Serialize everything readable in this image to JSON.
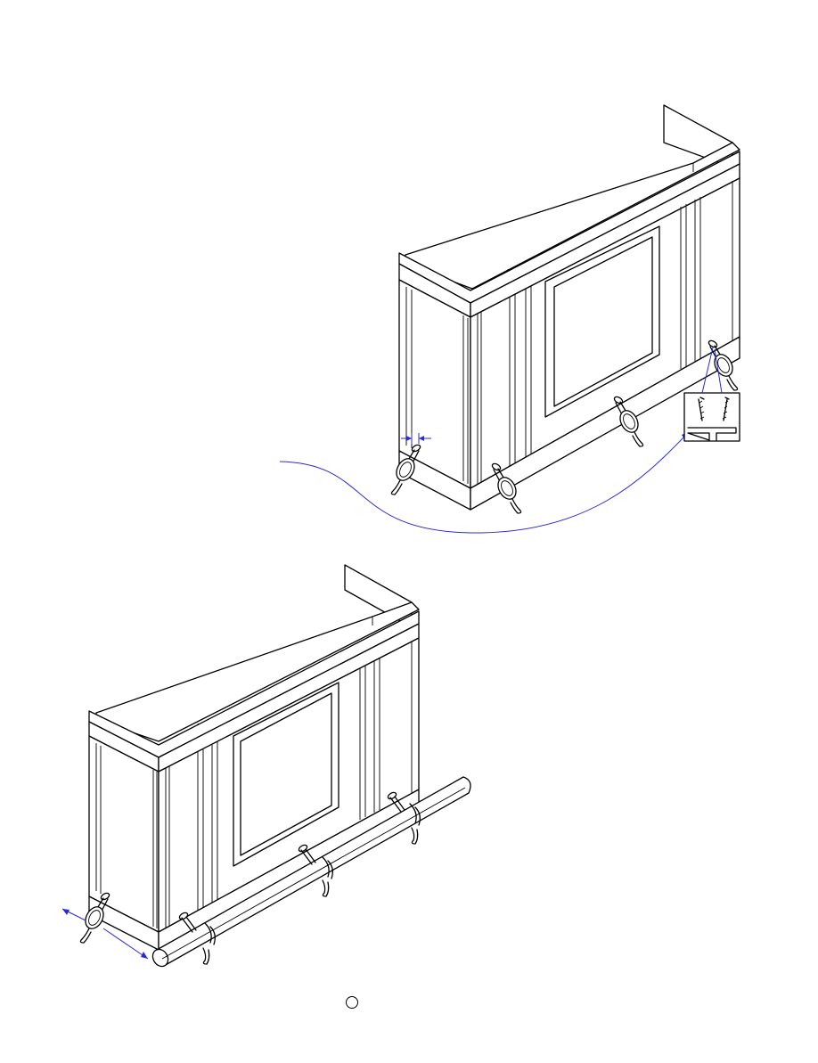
{
  "page": {
    "number_label": ""
  },
  "figures": [
    {
      "name": "bar-with-footrail-brackets",
      "callout": "detail-screws-into-brackets",
      "bracket_count": 4
    },
    {
      "name": "bar-with-footrail-installed",
      "bracket_count": 4
    }
  ],
  "colors": {
    "line": "#000000",
    "annotation": "#2a2ad8",
    "background": "#ffffff"
  }
}
